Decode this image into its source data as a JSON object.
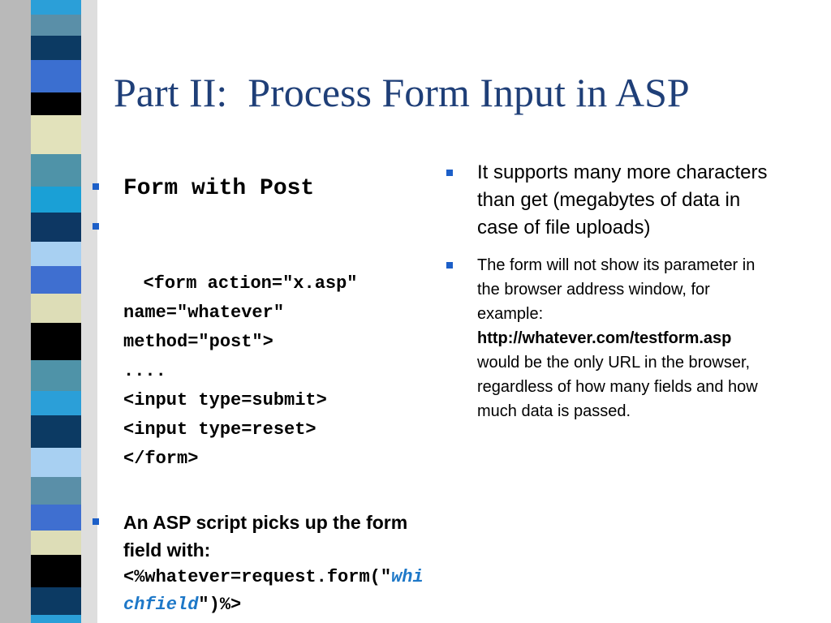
{
  "slide": {
    "title": "Part II:  Process Form Input in ASP",
    "left_bullets": {
      "b1": "Form with Post",
      "b2": "<form action=\"x.asp\"\nname=\"whatever\"\nmethod=\"post\">\n....\n<input type=submit>\n<input type=reset>\n</form>",
      "b3_lead": "An ASP script picks up the form field with:",
      "b3_code_pre": "<%whatever=request.form(\"",
      "b3_code_highlight": "whichfield",
      "b3_code_post": "\")%>"
    },
    "right_bullets": {
      "r1": "It supports many more characters than get (megabytes of data in case of file uploads)",
      "r2_pre": "The form will not show its parameter in the browser address window, for example:",
      "r2_url": "http://whatever.com/testform.asp",
      "r2_post": "would be the only URL in the browser, regardless of how many fields and how much data is passed."
    },
    "colors": {
      "title": "#1f3f78",
      "bullet": "#1c5fc8",
      "highlight": "#1e78c8"
    }
  }
}
